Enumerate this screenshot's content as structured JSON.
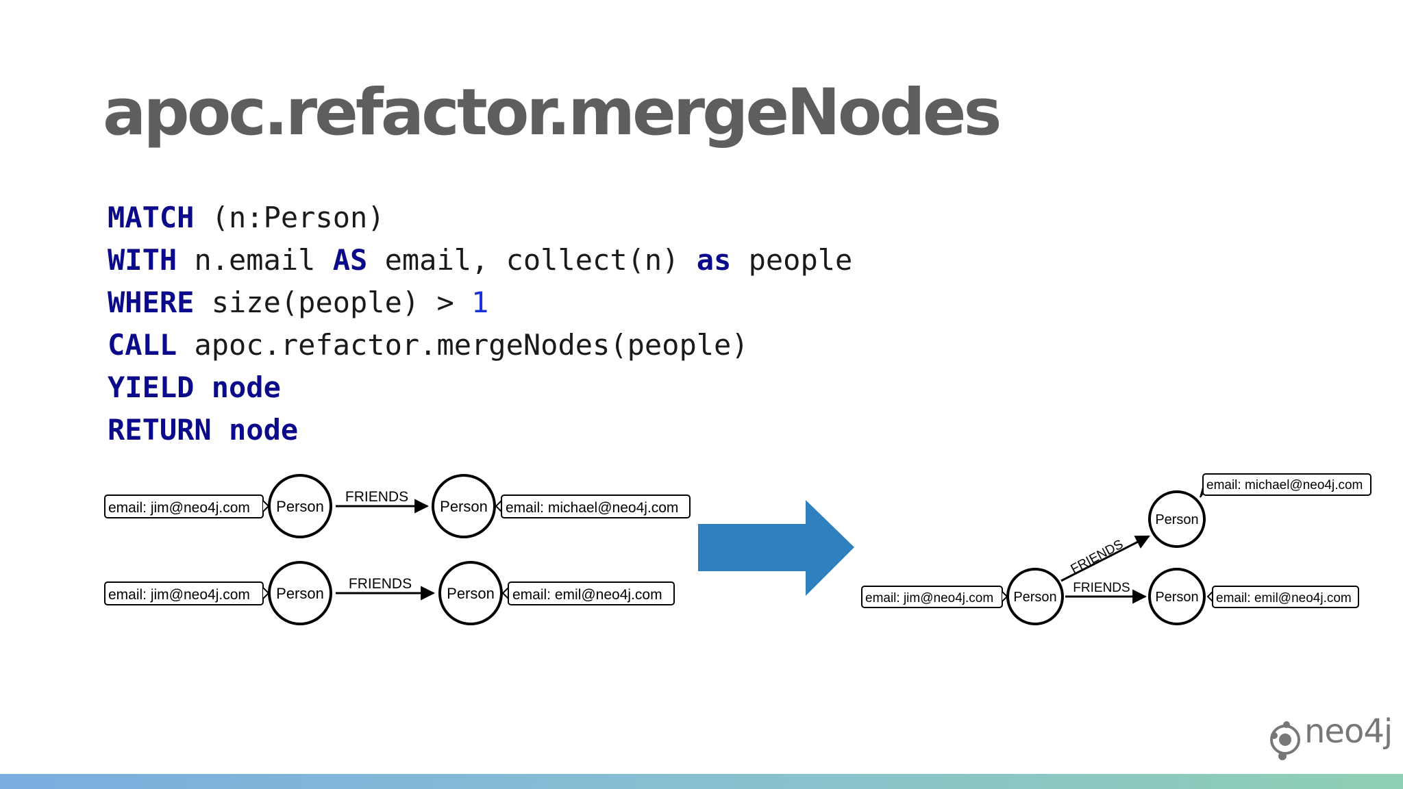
{
  "title": "apoc.refactor.mergeNodes",
  "code_lines": [
    [
      {
        "t": "MATCH",
        "c": "kw"
      },
      {
        "t": " (n:Person)",
        "c": ""
      }
    ],
    [
      {
        "t": "WITH",
        "c": "kw"
      },
      {
        "t": " n.email ",
        "c": ""
      },
      {
        "t": "AS",
        "c": "kw"
      },
      {
        "t": " email, collect(n) ",
        "c": ""
      },
      {
        "t": "as",
        "c": "kw"
      },
      {
        "t": " people",
        "c": ""
      }
    ],
    [
      {
        "t": "WHERE",
        "c": "kw"
      },
      {
        "t": " size(people) > ",
        "c": ""
      },
      {
        "t": "1",
        "c": "num"
      }
    ],
    [
      {
        "t": "CALL",
        "c": "kw"
      },
      {
        "t": " apoc.refactor.mergeNodes(people)",
        "c": ""
      }
    ],
    [
      {
        "t": "YIELD node",
        "c": "kw"
      }
    ],
    [
      {
        "t": "RETURN node",
        "c": "kw"
      }
    ]
  ],
  "before": {
    "rows": [
      {
        "source_email": "email: jim@neo4j.com",
        "source_label": "Person",
        "relationship": "FRIENDS",
        "target_label": "Person",
        "target_email": "email: michael@neo4j.com"
      },
      {
        "source_email": "email: jim@neo4j.com",
        "source_label": "Person",
        "relationship": "FRIENDS",
        "target_label": "Person",
        "target_email": "email: emil@neo4j.com"
      }
    ]
  },
  "after": {
    "center_email": "email: jim@neo4j.com",
    "center_label": "Person",
    "top_label": "Person",
    "top_email": "email: michael@neo4j.com",
    "top_relationship": "FRIENDS",
    "right_label": "Person",
    "right_email": "email: emil@neo4j.com",
    "right_relationship": "FRIENDS"
  },
  "colors": {
    "arrow": "#2e80bf",
    "title": "#5e5e5e",
    "keyword": "#0a0a8a",
    "number": "#1a32d6"
  },
  "logo": {
    "text": "neo4j",
    "icon": "neo4j-logo-icon"
  }
}
